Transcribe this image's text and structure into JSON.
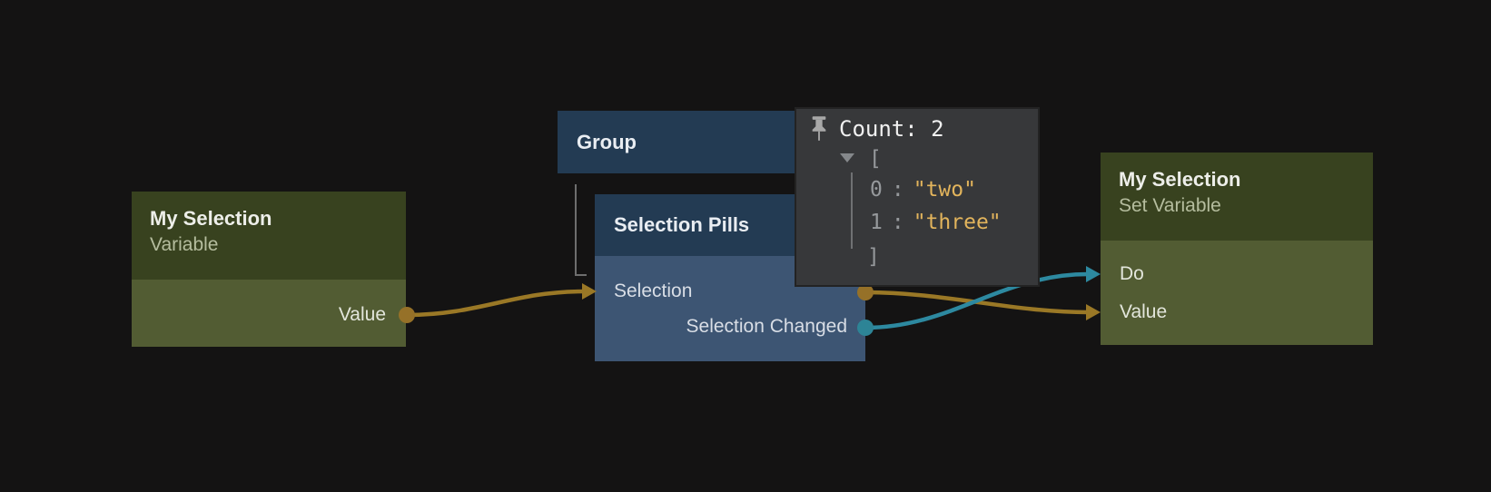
{
  "canvas": {
    "background": "#141313"
  },
  "nodes": {
    "variable": {
      "title": "My Selection",
      "subtitle": "Variable",
      "output_label": "Value"
    },
    "group": {
      "title": "Group"
    },
    "selection_pills": {
      "title": "Selection Pills",
      "input_label": "Selection",
      "output_value_port": "Selection",
      "output_label": "Selection Changed"
    },
    "set_variable": {
      "title": "My Selection",
      "subtitle": "Set Variable",
      "input_do_label": "Do",
      "input_value_label": "Value"
    }
  },
  "inspector": {
    "pin_icon": "pushpin-icon",
    "count_label": "Count: 2",
    "bracket_open": "[",
    "bracket_close": "]",
    "items": [
      {
        "index": "0",
        "separator": ":",
        "value": "\"two\""
      },
      {
        "index": "1",
        "separator": ":",
        "value": "\"three\""
      }
    ]
  },
  "colors": {
    "background": "#141313",
    "wire_data": "#9a7826",
    "wire_signal": "#2d89a0",
    "port_data": "#967128",
    "port_signal": "#2d8496",
    "node_green_header": "#38421f",
    "node_green_body": "#525c33",
    "node_blue_header": "#233b53",
    "node_blue_body": "#3d5573",
    "inspector_bg": "#37383a",
    "string_value": "#e2b45c",
    "muted_text": "#96999c",
    "tree_connector": "#6e6e6e"
  }
}
